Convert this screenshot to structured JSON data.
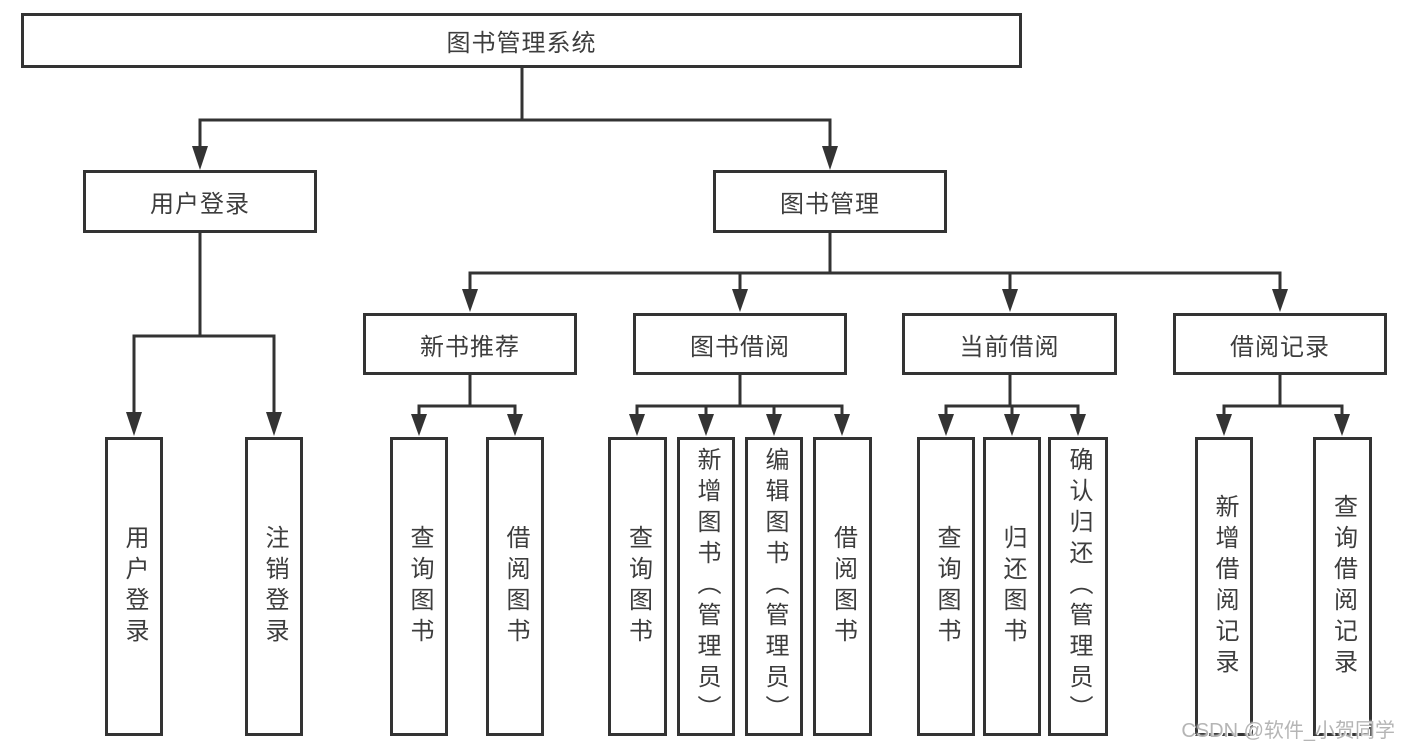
{
  "diagram": {
    "root": {
      "label": "图书管理系统"
    },
    "level2": {
      "user_login": {
        "label": "用户登录"
      },
      "book_management": {
        "label": "图书管理"
      }
    },
    "level3": {
      "new_book_recommend": {
        "label": "新书推荐"
      },
      "book_borrow": {
        "label": "图书借阅"
      },
      "current_borrow": {
        "label": "当前借阅"
      },
      "borrow_records": {
        "label": "借阅记录"
      }
    },
    "leaves": {
      "user_login": [
        {
          "label": "用户登录"
        },
        {
          "label": "注销登录"
        }
      ],
      "new_book_recommend": [
        {
          "label": "查询图书"
        },
        {
          "label": "借阅图书"
        }
      ],
      "book_borrow": [
        {
          "label": "查询图书"
        },
        {
          "label": "新增图书（管理员）"
        },
        {
          "label": "编辑图书（管理员）"
        },
        {
          "label": "借阅图书"
        }
      ],
      "current_borrow": [
        {
          "label": "查询图书"
        },
        {
          "label": "归还图书"
        },
        {
          "label": "确认归还（管理员）"
        }
      ],
      "borrow_records": [
        {
          "label": "新增借阅记录"
        },
        {
          "label": "查询借阅记录"
        }
      ]
    },
    "watermark": "CSDN @软件_小贺同学",
    "colors": {
      "line": "#333333",
      "text": "#3d3d3d",
      "watermark": "#b5b5b5",
      "background": "#ffffff"
    }
  }
}
